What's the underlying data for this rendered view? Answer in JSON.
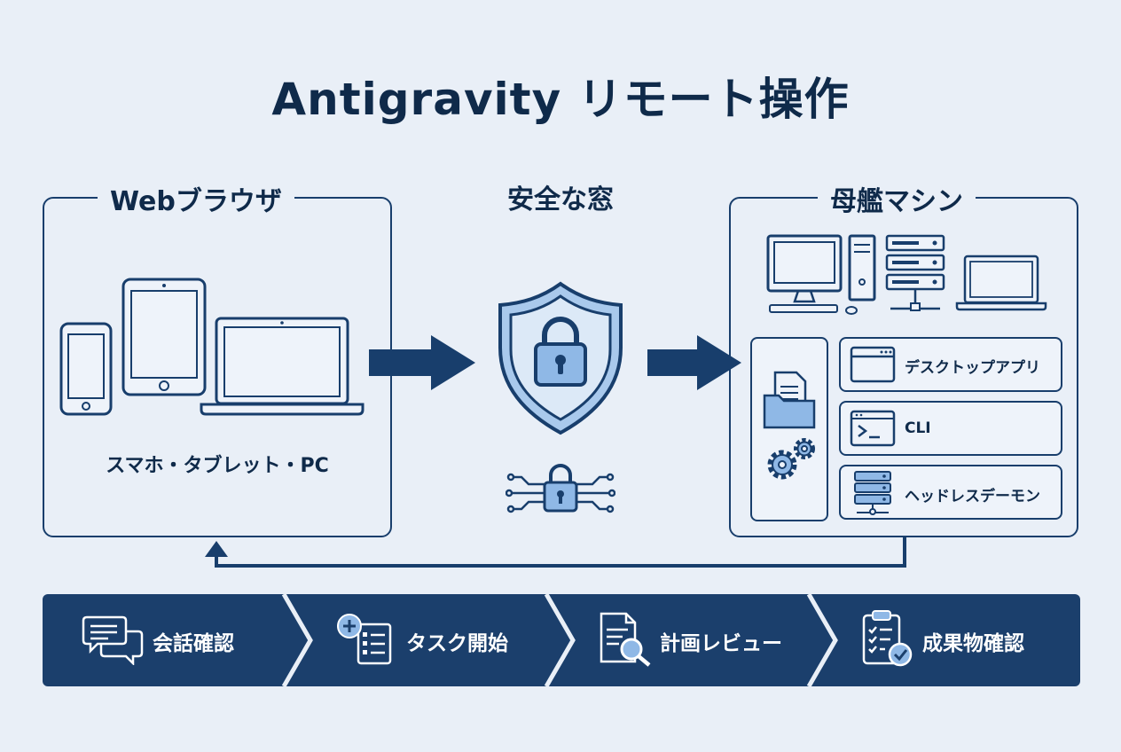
{
  "title": "Antigravity リモート操作",
  "browser_panel": {
    "label": "Webブラウザ",
    "devices_label": "スマホ・タブレット・PC",
    "icons": [
      "smartphone-icon",
      "tablet-icon",
      "laptop-icon"
    ]
  },
  "secure_window": {
    "label": "安全な窓",
    "icons": [
      "shield-lock-icon",
      "circuit-lock-icon"
    ]
  },
  "mothership_panel": {
    "label": "母艦マシン",
    "icons": [
      "desktop-pc-icon",
      "server-rack-icon",
      "laptop-icon",
      "folder-icon",
      "gears-icon"
    ],
    "items": [
      {
        "label": "デスクトップアプリ",
        "icon": "app-window-icon"
      },
      {
        "label": "CLI",
        "icon": "terminal-icon"
      },
      {
        "label": "ヘッドレスデーモン",
        "icon": "server-icon"
      }
    ]
  },
  "steps": [
    {
      "label": "会話確認",
      "icon": "chat-bubbles-icon"
    },
    {
      "label": "タスク開始",
      "icon": "task-add-icon"
    },
    {
      "label": "計画レビュー",
      "icon": "document-search-icon"
    },
    {
      "label": "成果物確認",
      "icon": "clipboard-check-icon"
    }
  ],
  "colors": {
    "background": "#e9eff7",
    "navy": "#183e6c",
    "dark_text": "#0f2a4a",
    "accent_light": "#8fb8e6",
    "banner": "#1b3f6c"
  }
}
